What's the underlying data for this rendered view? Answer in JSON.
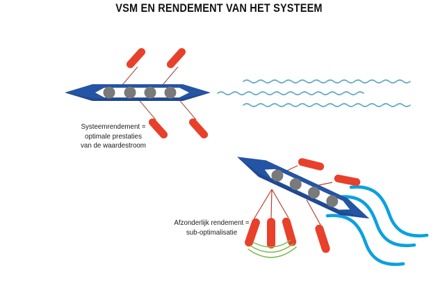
{
  "slide": {
    "title": "VSM EN RENDEMENT VAN HET SYSTEEM",
    "background_color": "#FFFFFF",
    "title_color": "#111111"
  },
  "palette": {
    "hull_navy": "#2455A4",
    "hull_navy_dark": "#1F3F82",
    "oar_red": "#E8402A",
    "rower_gray": "#7A7A7A",
    "oar_shaft": "#A8564A",
    "calm_water_blue": "#5FA8C8",
    "turbulent_water_blue": "#0BA1DE",
    "splash_green": "#7DBB4F"
  },
  "scenes": [
    {
      "id": "aligned-crew",
      "caption_lines": [
        "Systeemrendement =",
        "optimale prestaties",
        "van de waardestroom"
      ],
      "boat": {
        "rowers": 4,
        "orientation": "horizontal",
        "heading_degrees": 0,
        "oars_aligned": true,
        "oar_count": 4
      },
      "water": {
        "state": "calm",
        "wave_lines": 3
      }
    },
    {
      "id": "misaligned-crew",
      "caption_lines": [
        "Afzonderlijk rendement =",
        "sub-optimalisatie"
      ],
      "boat": {
        "rowers": 4,
        "orientation": "tilted",
        "heading_degrees": 25,
        "oars_aligned": false,
        "oar_count": 6
      },
      "water": {
        "state": "turbulent",
        "wave_lines": 3,
        "splash_arcs": 3
      }
    }
  ]
}
